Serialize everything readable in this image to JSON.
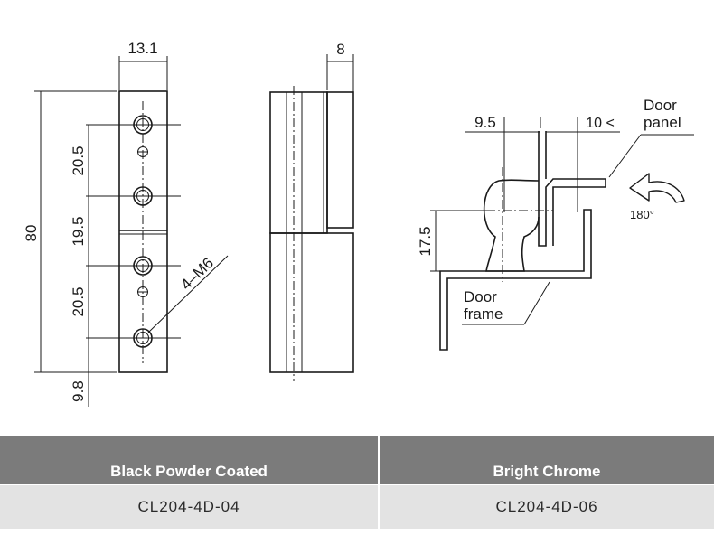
{
  "drawing": {
    "front": {
      "width_dim": "13.1",
      "height_dim": "80",
      "spacing_dims": [
        "20.5",
        "19.5",
        "20.5"
      ],
      "bottom_dim": "9.8",
      "hole_callout": "4–M6"
    },
    "side": {
      "offset_dim": "8"
    },
    "installed": {
      "dim_left": "9.5",
      "dim_right": "10 <",
      "dim_vertical": "17.5",
      "door_panel_label": [
        "Door",
        "panel"
      ],
      "door_frame_label": [
        "Door",
        "frame"
      ],
      "rotation_label": "180°"
    }
  },
  "table": {
    "headers": [
      "Black Powder Coated",
      "Bright Chrome"
    ],
    "row": [
      "CL204-4D-04",
      "CL204-4D-06"
    ]
  }
}
